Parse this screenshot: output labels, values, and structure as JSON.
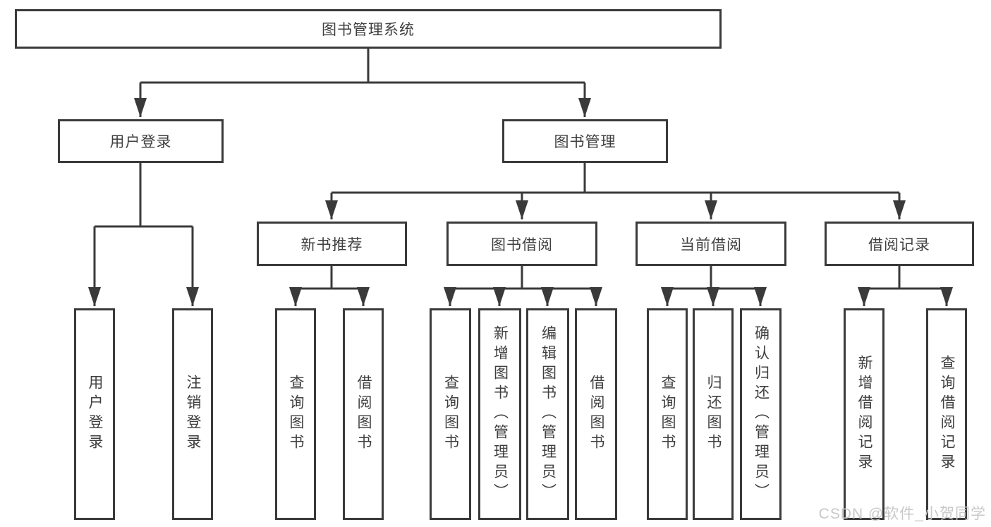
{
  "nodes": {
    "root": "图书管理系统",
    "user_login": "用户登录",
    "book_mgmt": "图书管理",
    "new_book_rec": "新书推荐",
    "book_borrow": "图书借阅",
    "current_borrow": "当前借阅",
    "borrow_record": "借阅记录",
    "leaf_user_login": "用户登录",
    "leaf_logout": "注销登录",
    "leaf_query_book_rec": "查询图书",
    "leaf_borrow_book_rec": "借阅图书",
    "leaf_query_book_borrow": "查询图书",
    "leaf_add_book_admin": "新增图书（管理员）",
    "leaf_edit_book_admin": "编辑图书（管理员）",
    "leaf_borrow_book_borrow": "借阅图书",
    "leaf_query_book_current": "查询图书",
    "leaf_return_book": "归还图书",
    "leaf_confirm_return_admin": "确认归还（管理员）",
    "leaf_add_borrow_record": "新增借阅记录",
    "leaf_query_borrow_record": "查询借阅记录"
  },
  "watermark": "CSDN @软件_小贺同学",
  "colors": {
    "line": "#3a3a3a",
    "box_border": "#3a3a3a",
    "text": "#3f3f3f",
    "watermark": "#c8c8c8",
    "background": "#ffffff"
  }
}
